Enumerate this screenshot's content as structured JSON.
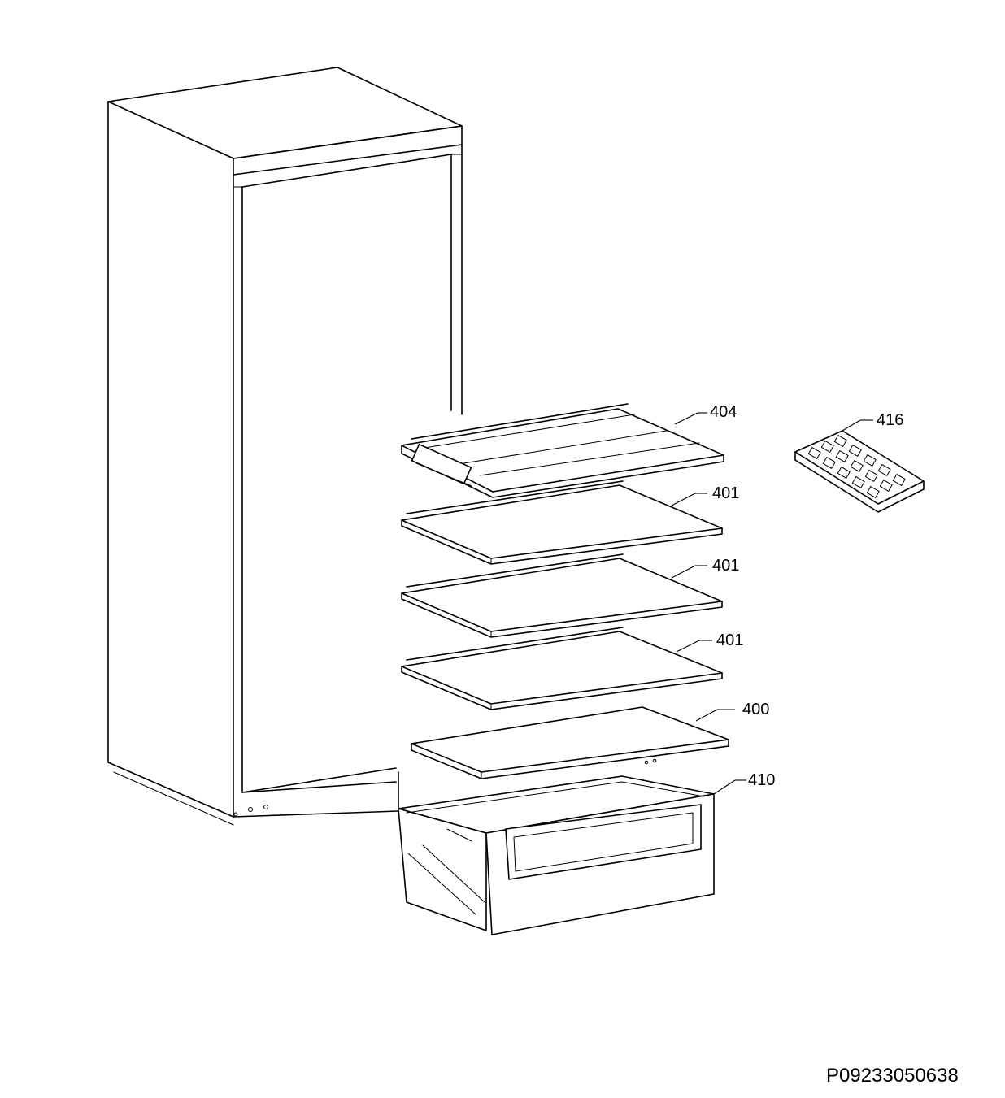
{
  "callouts": [
    {
      "id": "shelf-top",
      "label": "404"
    },
    {
      "id": "ice-tray",
      "label": "416"
    },
    {
      "id": "shelf-1",
      "label": "401"
    },
    {
      "id": "shelf-2",
      "label": "401"
    },
    {
      "id": "shelf-3",
      "label": "401"
    },
    {
      "id": "crisper-cover",
      "label": "400"
    },
    {
      "id": "crisper-drawer",
      "label": "410"
    }
  ],
  "document_code": "P09233050638"
}
